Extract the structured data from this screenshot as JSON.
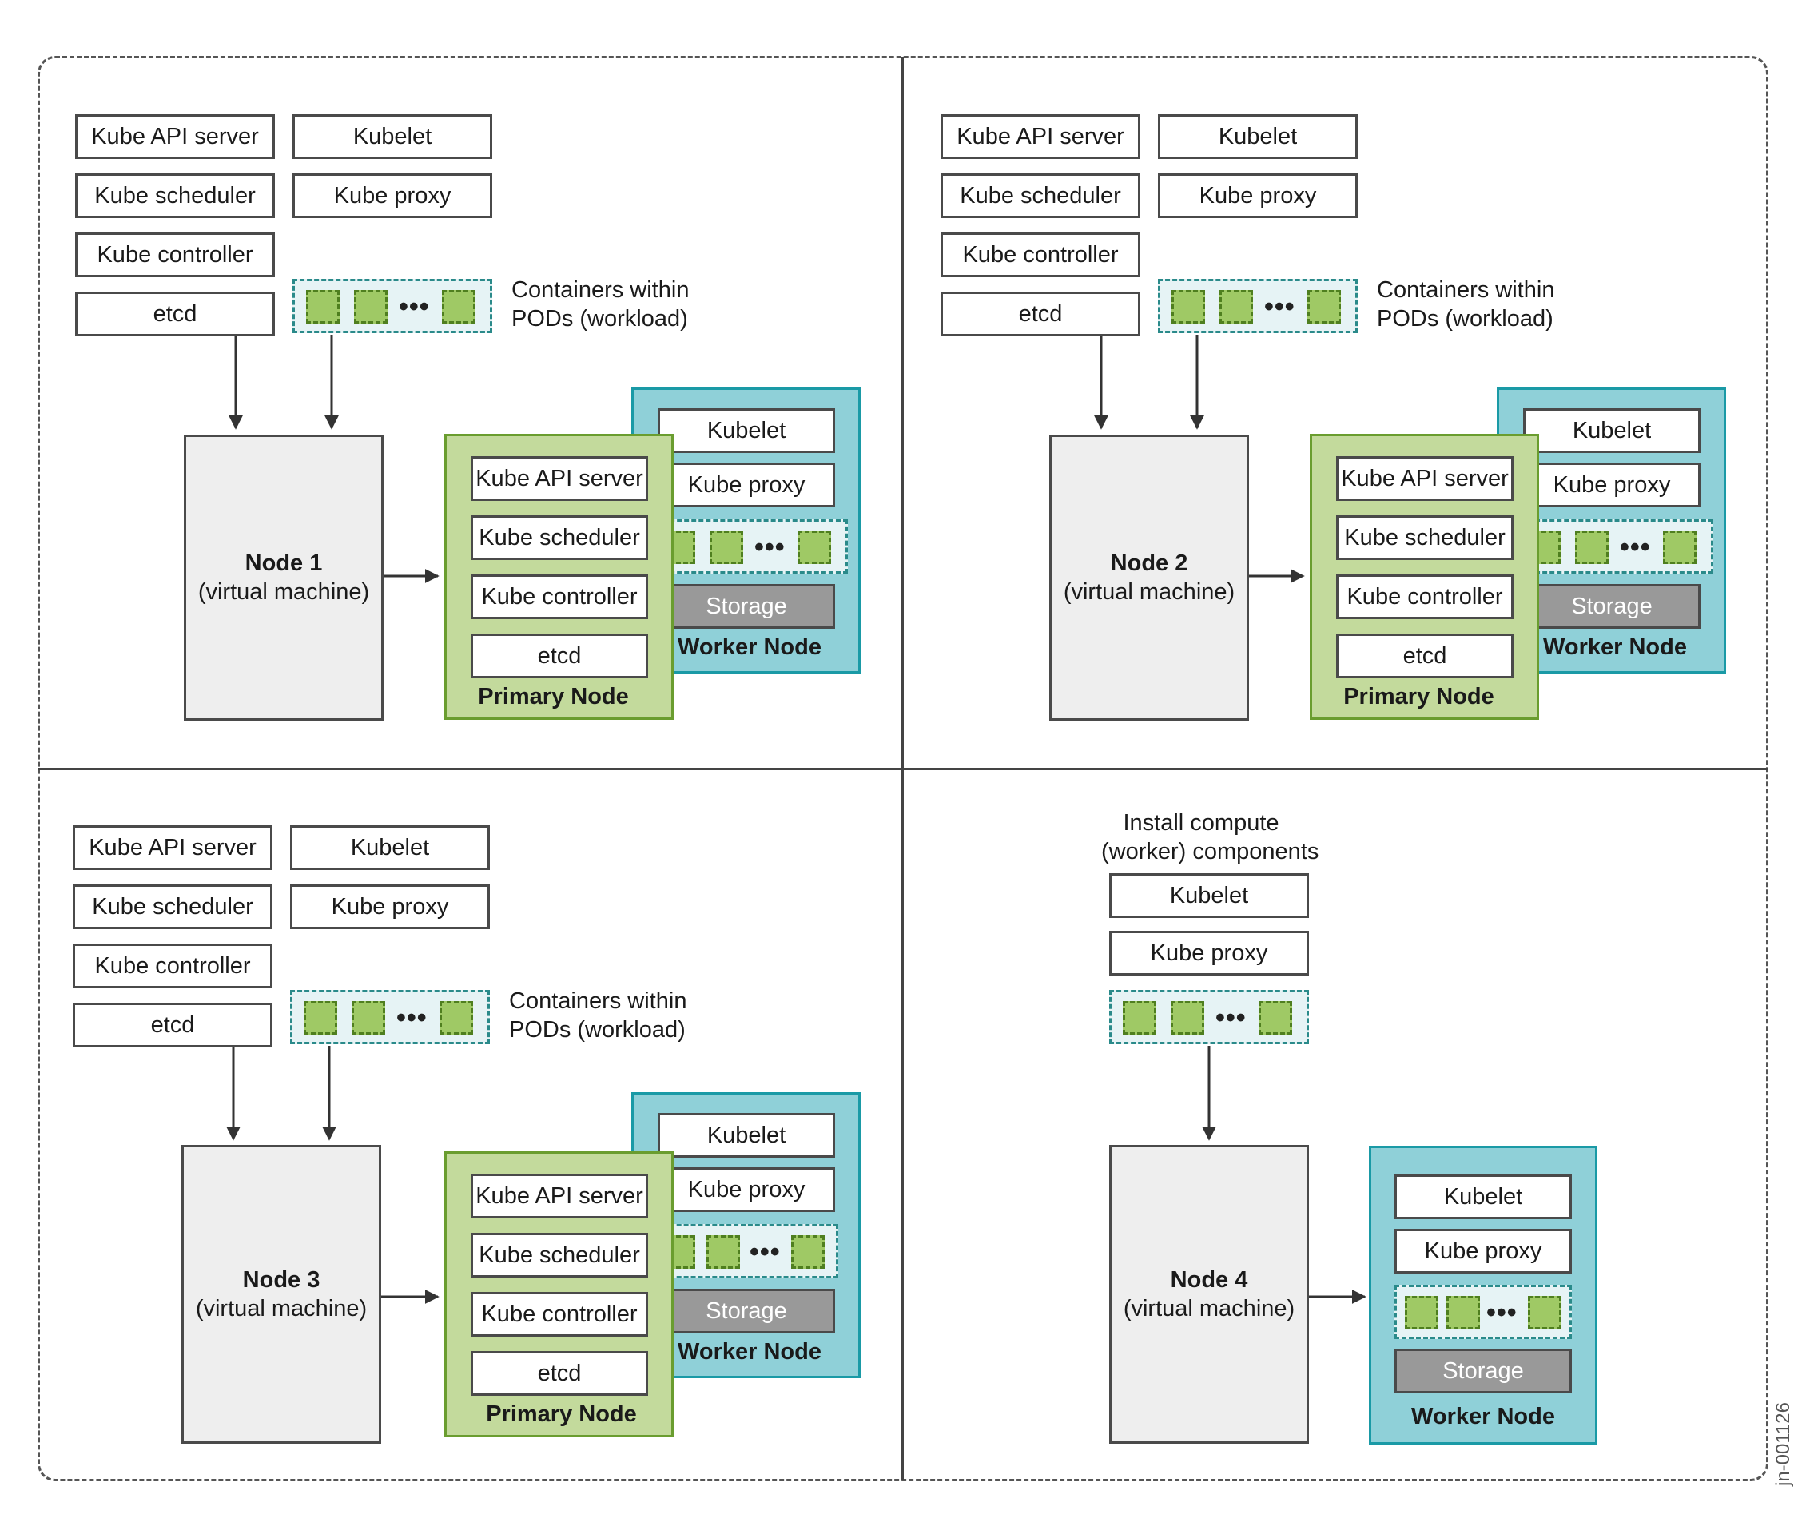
{
  "labels": {
    "kube_api_server": "Kube API server",
    "kube_scheduler": "Kube scheduler",
    "kube_controller": "Kube controller",
    "etcd": "etcd",
    "kubelet": "Kubelet",
    "kube_proxy": "Kube proxy",
    "storage": "Storage",
    "worker_node": "Worker Node",
    "primary_node": "Primary Node",
    "virtual_machine": "(virtual machine)",
    "pods_caption_1": "Containers within",
    "pods_caption_2": "PODs (workload)",
    "install_caption_1": "Install compute",
    "install_caption_2": "(worker) components",
    "dots": "•••"
  },
  "nodes": {
    "node1": "Node 1",
    "node2": "Node 2",
    "node3": "Node 3",
    "node4": "Node 4"
  },
  "document_id": "jn-001126",
  "colors": {
    "primary_fill": "#c3da9c",
    "primary_border": "#6a9d2f",
    "worker_fill": "#8fd0d8",
    "worker_border": "#1a9aa6",
    "node_fill": "#eeeeee",
    "storage_fill": "#999999",
    "pod_fill": "#9fc965"
  }
}
